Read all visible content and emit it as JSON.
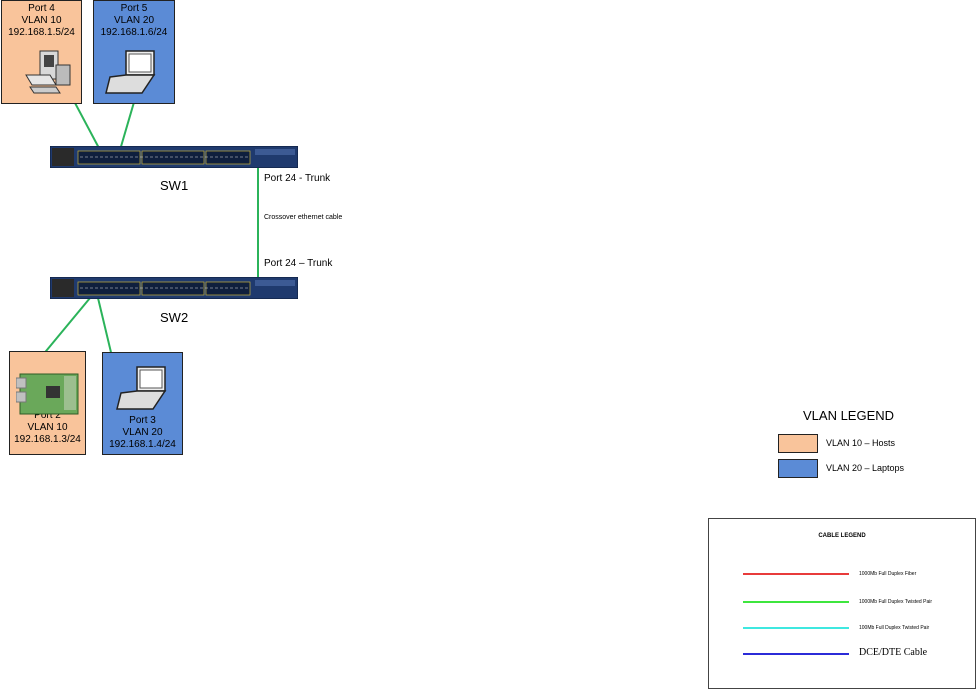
{
  "devices": {
    "port4": {
      "line1": "Port 4",
      "line2": "VLAN 10",
      "line3": "192.168.1.5/24"
    },
    "port5": {
      "line1": "Port 5",
      "line2": "VLAN 20",
      "line3": "192.168.1.6/24"
    },
    "port2": {
      "line1": "Port 2",
      "line2": "VLAN 10",
      "line3": "192.168.1.3/24"
    },
    "port3": {
      "line1": "Port 3",
      "line2": "VLAN 20",
      "line3": "192.168.1.4/24"
    }
  },
  "switches": {
    "sw1": "SW1",
    "sw2": "SW2"
  },
  "trunk": {
    "sw1_port": "Port 24 - Trunk",
    "cable": "Crossover ethernet cable",
    "sw2_port": "Port 24 – Trunk"
  },
  "vlan_legend": {
    "title": "VLAN LEGEND",
    "items": [
      {
        "label": "VLAN 10 – Hosts",
        "color": "#f9c49b"
      },
      {
        "label": "VLAN 20 – Laptops",
        "color": "#5b8bd6"
      }
    ]
  },
  "cable_legend": {
    "title": "CABLE LEGEND",
    "items": [
      {
        "label": "1000Mb Full Duplex Fiber",
        "color": "#e83b3b"
      },
      {
        "label": "1000Mb Full Duplex Twisted Pair",
        "color": "#3ee63e"
      },
      {
        "label": "100Mb Full Duplex Twisted Pair",
        "color": "#3fe8e0"
      },
      {
        "label": "DCE/DTE Cable",
        "color": "#2b2bd8"
      }
    ]
  },
  "colors": {
    "vlan10": "#f9c49b",
    "vlan20": "#5b8bd6",
    "link": "#2bb35a"
  }
}
